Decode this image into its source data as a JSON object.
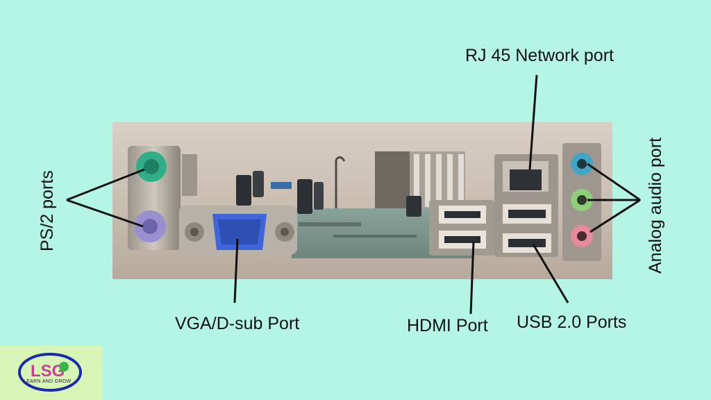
{
  "labels": {
    "ps2": "PS/2 ports",
    "vga": "VGA/D-sub Port",
    "hdmi": "HDMI Port",
    "usb": "USB 2.0 Ports",
    "rj45": "RJ 45 Network port",
    "audio": "Analog audio port"
  },
  "logo": {
    "letters": "LSG",
    "caption": "LEARN AND GROW"
  },
  "colors": {
    "background": "#b4f5e6",
    "ps2_keyboard": "#2fae88",
    "ps2_mouse": "#9a8fd0",
    "vga": "#3f66d8",
    "audio_blue": "#3fa6c8",
    "audio_green": "#8fcf7a",
    "audio_pink": "#e78aa0"
  }
}
